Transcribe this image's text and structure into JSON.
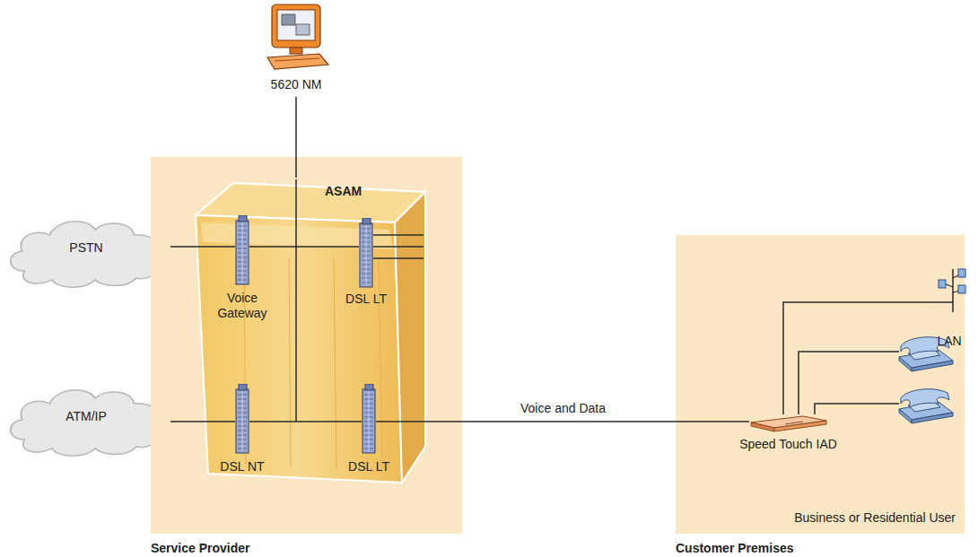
{
  "diagram": {
    "nodes": [
      {
        "text": [
          "5620 NM"
        ]
      },
      {
        "text": [
          "PSTN"
        ]
      },
      {
        "text": [
          "ATM/IP"
        ]
      },
      {
        "text": [
          "Service Provider"
        ]
      },
      {
        "text": [
          "ASAM"
        ],
        "in": 3
      },
      {
        "text": [
          "Voice Gateway"
        ],
        "in": 4
      },
      {
        "text": [
          "DSL LT"
        ],
        "in": 4
      },
      {
        "text": [
          "DSL NT"
        ],
        "in": 4
      },
      {
        "text": [
          "DSL LT"
        ],
        "in": 4
      },
      {
        "text": [
          "Customer Premises",
          "Business or Residential User"
        ]
      },
      {
        "text": [
          "Speed Touch IAD"
        ],
        "in": 9
      },
      {
        "text": [
          "LAN"
        ],
        "in": 9
      }
    ],
    "edges": [
      {
        "from": 0,
        "to": 4,
        "arrow": "none"
      },
      {
        "from": 1,
        "to": 5,
        "arrow": "none"
      },
      {
        "from": 5,
        "to": 6,
        "arrow": "none"
      },
      {
        "from": 2,
        "to": 7,
        "arrow": "none"
      },
      {
        "from": 7,
        "to": 8,
        "arrow": "none"
      },
      {
        "from": 8,
        "to": 10,
        "label": "Voice and Data",
        "arrow": "none"
      },
      {
        "from": 10,
        "to": 11,
        "arrow": "none"
      }
    ]
  }
}
